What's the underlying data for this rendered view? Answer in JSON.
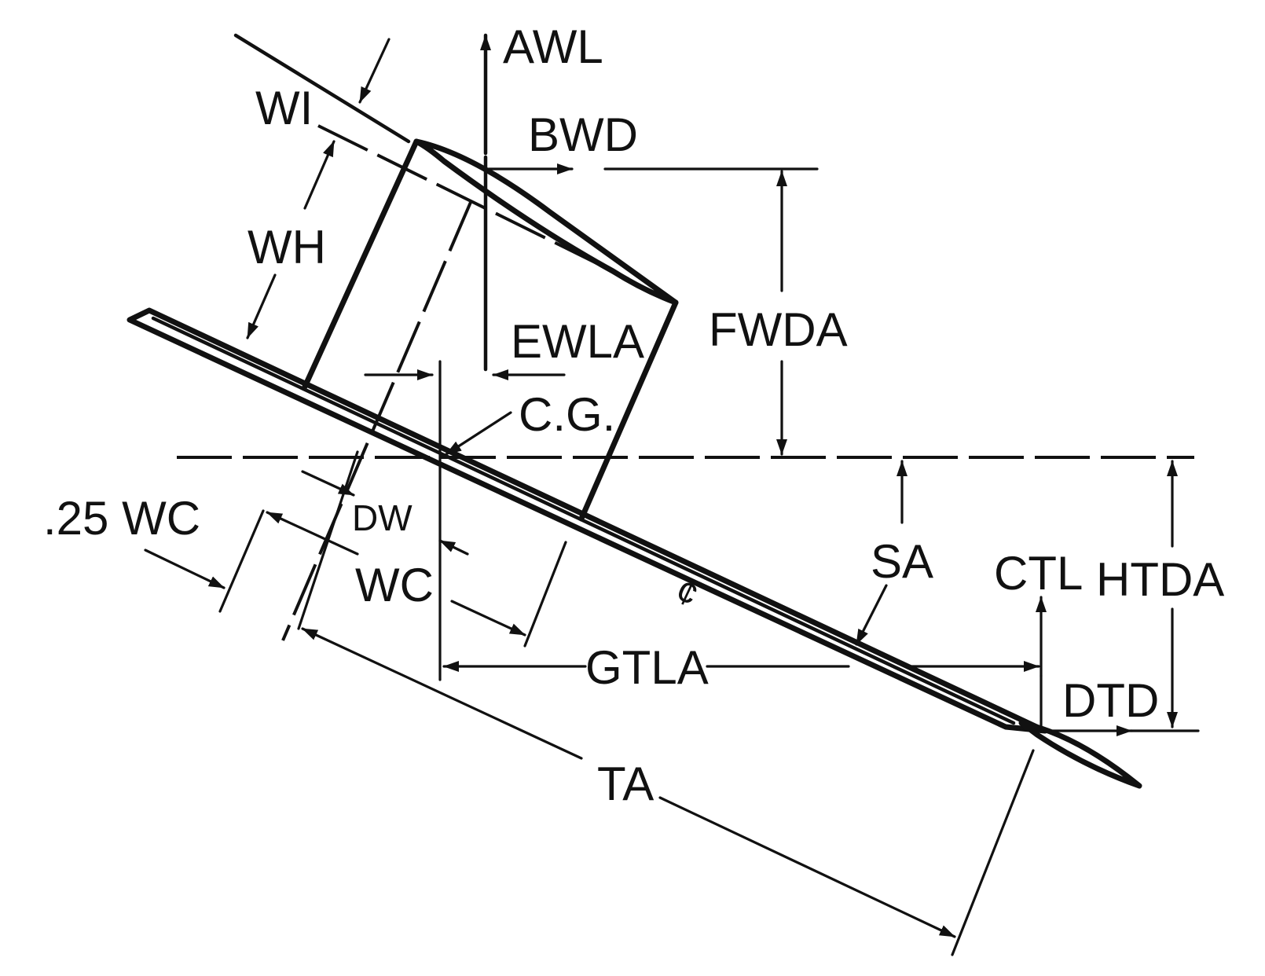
{
  "labels": {
    "awl": "AWL",
    "wi": "WI",
    "bwd": "BWD",
    "wh": "WH",
    "fwda": "FWDA",
    "ewla": "EWLA",
    "cg": "C.G.",
    "quarter_wc": ".25 WC",
    "dw": "DW",
    "wc": "WC",
    "sa": "SA",
    "ctl": "CTL",
    "htda": "HTDA",
    "gtla": "GTLA",
    "dtd": "DTD",
    "ta": "TA",
    "centerline_mark": "¢"
  },
  "colors": {
    "ink": "#111111",
    "paper": "#ffffff"
  }
}
